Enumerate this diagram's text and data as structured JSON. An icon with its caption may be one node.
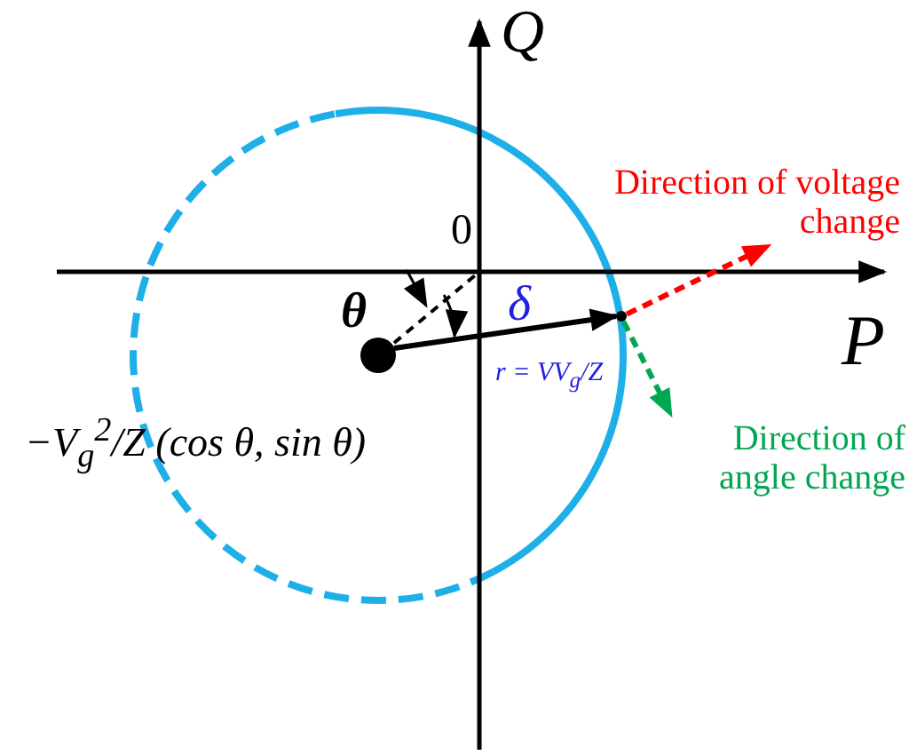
{
  "diagram": {
    "nodes": [
      {
        "text": [],
        "shape": "circle",
        "beside": [
          "−V$_{g}$$^{2}$/Z (cos θ, sin θ)"
        ]
      },
      {
        "text": [
          "Direction of voltage change"
        ]
      },
      {
        "text": [
          "Direction of angle change"
        ]
      },
      {
        "text": [],
        "shape": "circle"
      }
    ],
    "edges": [
      {
        "from": 0,
        "to": 3,
        "arrow": "to",
        "label": "r = VV$_{g}$/Z"
      },
      {
        "from": 3,
        "to": 1,
        "arrow": "to",
        "style": "dashed",
        "color": "#ff0000"
      },
      {
        "from": 3,
        "to": 2,
        "arrow": "to",
        "style": "dashed",
        "color": "#00a651"
      }
    ],
    "labels": [
      "Q",
      "0",
      "θ",
      "δ",
      "P"
    ]
  }
}
